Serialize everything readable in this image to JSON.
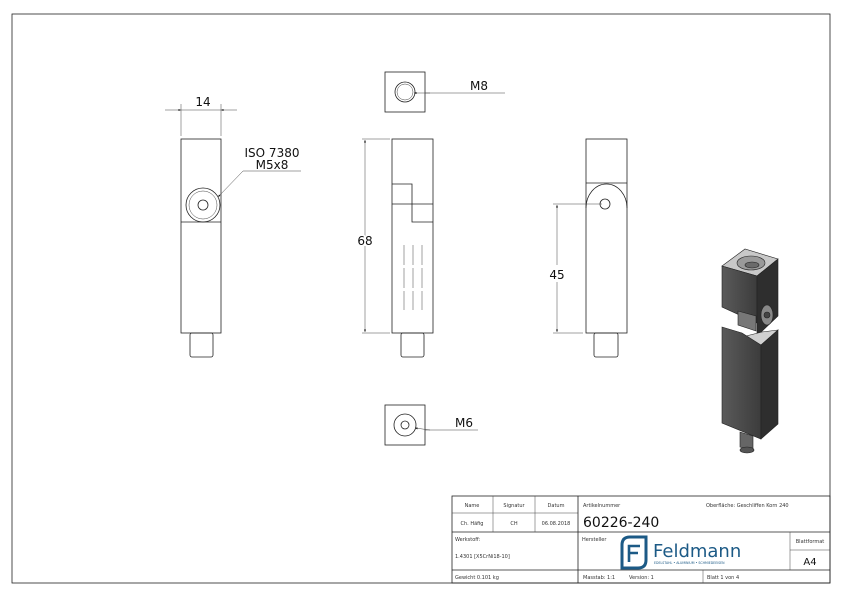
{
  "drawing": {
    "dimensions": {
      "width": "14",
      "height": "68",
      "hole_height": "45"
    },
    "callouts": {
      "screw_line1": "ISO 7380",
      "screw_line2": "M5x8",
      "top_thread": "M8",
      "bottom_thread": "M6"
    }
  },
  "title_block": {
    "name_label": "Name",
    "signatur_label": "Signatur",
    "datum_label": "Datum",
    "name_value": "Ch. Häfig",
    "signatur_value": "CH",
    "datum_value": "06.08.2018",
    "artikel_label": "Artikelnummer",
    "artikel_value": "60226-240",
    "oberflaeche": "Oberfläche:  Geschliffen Korn 240",
    "werkstoff_label": "Werkstoff:",
    "werkstoff_value": "1.4301 [X5CrNi18-10]",
    "hersteller_label": "Hersteller",
    "blattformat_label": "Blattformat",
    "blattformat_value": "A4",
    "gewicht": "Gewicht 0.101 kg",
    "massstab": "Masstab: 1:1",
    "version": "Version: 1",
    "blatt": "Blatt 1 von 4"
  },
  "logo": {
    "name": "Feldmann",
    "tagline": "EDELSTAHL • ALUMINIUM • SCHMIEDEEISEN",
    "color": "#1c5a86"
  }
}
